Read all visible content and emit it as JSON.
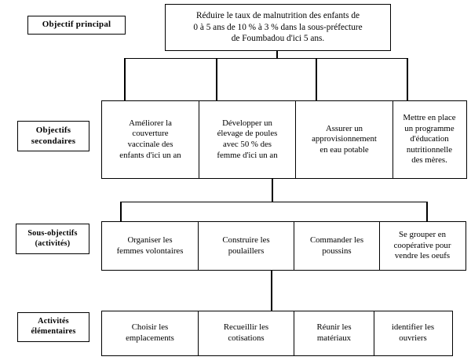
{
  "diagram": {
    "title_label": "Objectif principal",
    "levels": [
      {
        "label": "Objectif principal"
      },
      {
        "label_line1": "Objectifs",
        "label_line2": "secondaires"
      },
      {
        "label_line1": "Sous-objectifs",
        "label_line2": "(activités)"
      },
      {
        "label_line1": "Activités",
        "label_line2": "élémentaires"
      }
    ],
    "main_objective": {
      "line1": "Réduire le taux de malnutrition des enfants de",
      "line2": "0 à 5 ans de 10 % à 3 % dans la sous-préfecture",
      "line3": "de Foumbadou d'ici 5 ans."
    },
    "secondary_objectives": [
      {
        "line1": "Améliorer la",
        "line2": "couverture",
        "line3": "vaccinale des",
        "line4": "enfants d'ici un an"
      },
      {
        "line1": "Développer un",
        "line2": "élevage de poules",
        "line3": "avec 50 % des",
        "line4": "femme d'ici un  an"
      },
      {
        "line1": "Assurer un",
        "line2": "approvisionnement",
        "line3": "en eau potable",
        "line4": ""
      },
      {
        "line1": "Mettre en place",
        "line2": "un programme",
        "line3": "d'éducation",
        "line4": "nutritionnelle",
        "line5": "des mères."
      }
    ],
    "sub_objectives": [
      {
        "line1": "Organiser les",
        "line2": "femmes volontaires"
      },
      {
        "line1": "Construire les",
        "line2": "poulaillers"
      },
      {
        "line1": "Commander les",
        "line2": "poussins"
      },
      {
        "line1": "Se grouper en",
        "line2": "coopérative pour",
        "line3": "vendre les oeufs"
      }
    ],
    "elementary_activities": [
      {
        "line1": "Choisir les",
        "line2": "emplacements"
      },
      {
        "line1": "Recueillir les",
        "line2": "cotisations"
      },
      {
        "line1": "Réunir les",
        "line2": "matériaux"
      },
      {
        "line1": "identifier les",
        "line2": "ouvriers"
      }
    ]
  }
}
